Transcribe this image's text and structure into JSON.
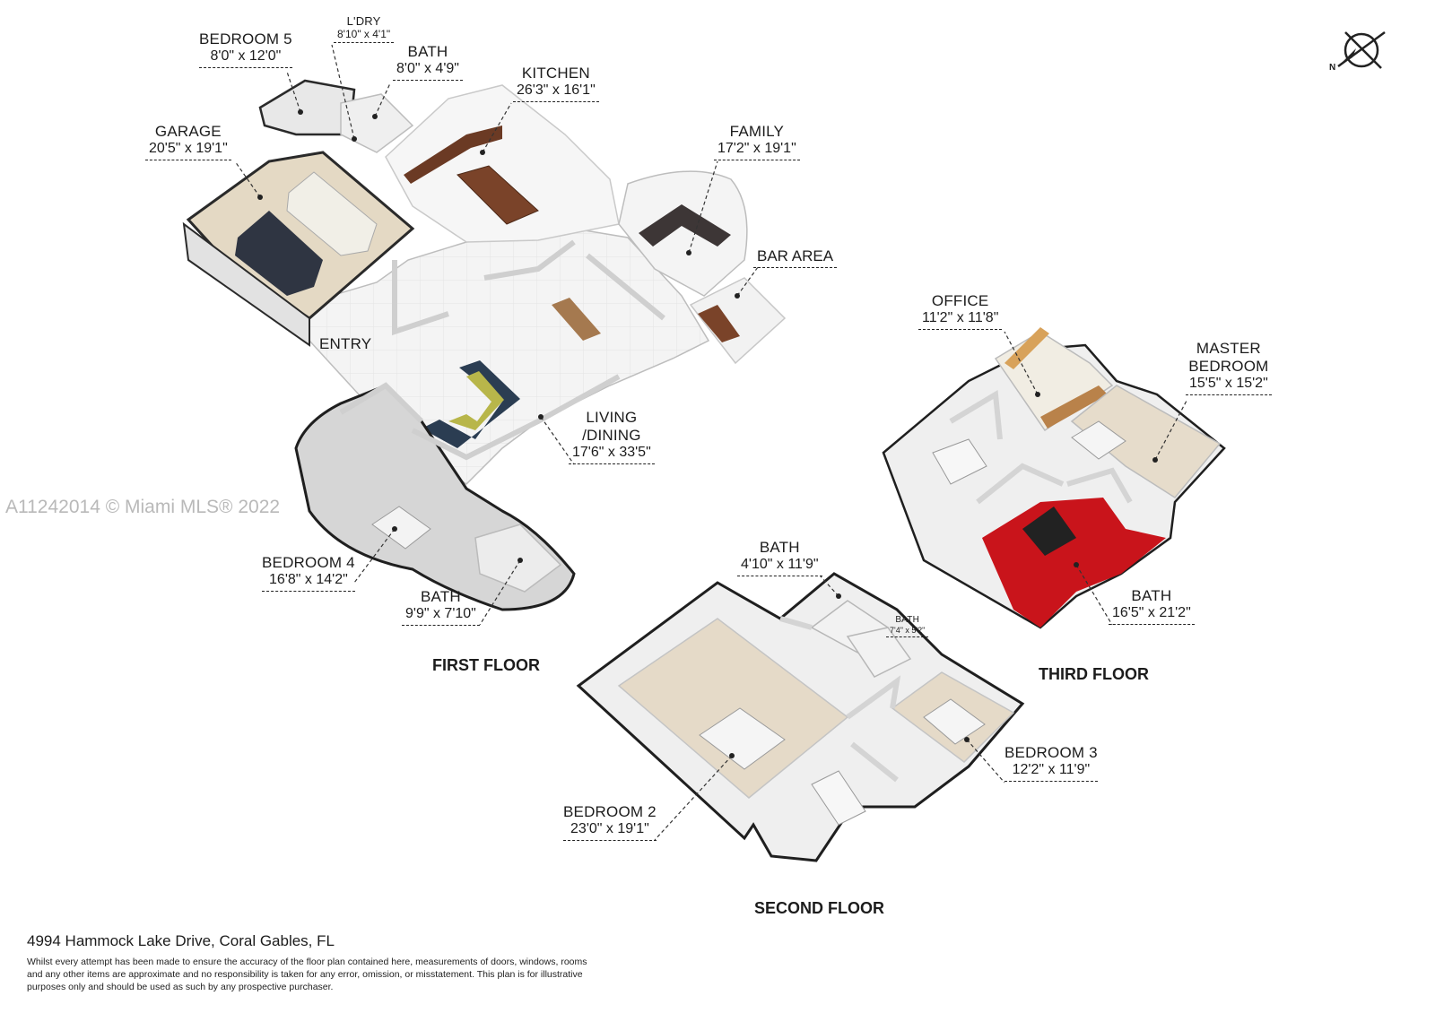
{
  "watermark": "A11242014 © Miami MLS® 2022",
  "address": "4994 Hammock Lake Drive, Coral Gables, FL",
  "disclaimer": "Whilst every attempt has been made to ensure the accuracy of the floor plan contained here, measurements of doors, windows, rooms and any other items are approximate and no responsibility is taken for any error, omission, or misstatement. This plan is for illustrative purposes only and should be used as such by any prospective purchaser.",
  "compass": {
    "north_label": "N",
    "icon": "compass-north-icon"
  },
  "floors": {
    "first": "FIRST FLOOR",
    "second": "SECOND FLOOR",
    "third": "THIRD FLOOR"
  },
  "rooms": {
    "bedroom5": {
      "name": "BEDROOM 5",
      "dims": "8'0\" x 12'0\""
    },
    "laundry": {
      "name": "L'DRY",
      "dims": "8'10\" x 4'1\""
    },
    "bath_first_top": {
      "name": "BATH",
      "dims": "8'0\" x 4'9\""
    },
    "kitchen": {
      "name": "KITCHEN",
      "dims": "26'3\" x 16'1\""
    },
    "garage": {
      "name": "GARAGE",
      "dims": "20'5\" x 19'1\""
    },
    "family": {
      "name": "FAMILY",
      "dims": "17'2\" x 19'1\""
    },
    "bar": {
      "name": "BAR AREA"
    },
    "entry": {
      "name": "ENTRY"
    },
    "living": {
      "name_line1": "LIVING",
      "name_line2": "/DINING",
      "dims": "17'6\" x 33'5\""
    },
    "bedroom4": {
      "name": "BEDROOM 4",
      "dims": "16'8\" x 14'2\""
    },
    "bath_first_bottom": {
      "name": "BATH",
      "dims": "9'9\" x 7'10\""
    },
    "office": {
      "name": "OFFICE",
      "dims": "11'2\" x 11'8\""
    },
    "master": {
      "name_line1": "MASTER",
      "name_line2": "BEDROOM",
      "dims": "15'5\" x 15'2\""
    },
    "bath_master": {
      "name": "BATH",
      "dims": "16'5\" x 21'2\""
    },
    "bath_second_a": {
      "name": "BATH",
      "dims": "4'10\" x 11'9\""
    },
    "bath_second_b": {
      "name": "BATH",
      "dims": "7'4\" x 5'2\""
    },
    "bedroom3": {
      "name": "BEDROOM 3",
      "dims": "12'2\" x 11'9\""
    },
    "bedroom2": {
      "name": "BEDROOM 2",
      "dims": "23'0\" x 19'1\""
    }
  }
}
